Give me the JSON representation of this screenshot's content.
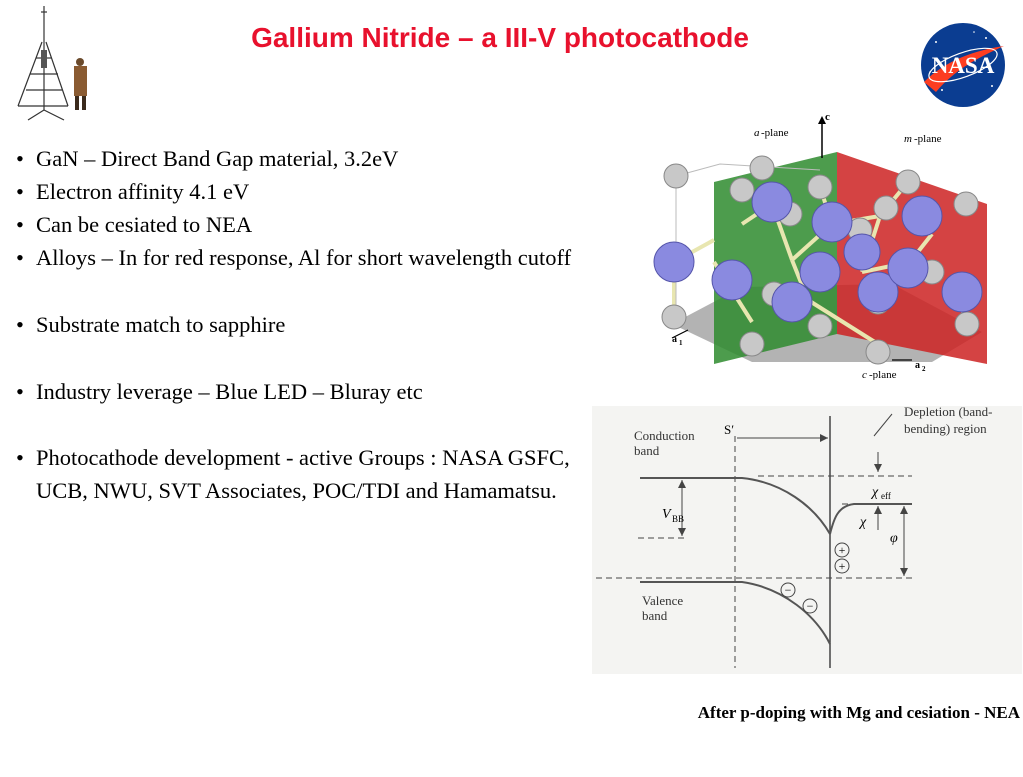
{
  "title": "Gallium Nitride – a III-V photocathode",
  "logos": {
    "left": "rocket-figure-icon",
    "right": "NASA"
  },
  "bullets": [
    " GaN – Direct Band Gap material, 3.2eV",
    "Electron affinity 4.1 eV",
    "Can be cesiated to NEA",
    "Alloys – In for red response, Al for short wavelength cutoff",
    "Substrate match to sapphire",
    "Industry leverage – Blue LED – Bluray etc",
    "Photocathode development - active Groups : NASA GSFC, UCB, NWU, SVT Associates, POC/TDI  and Hamamatsu."
  ],
  "crystal_figure": {
    "labels": {
      "c": "c",
      "a_plane_a": "a",
      "a_plane_rest": "-plane",
      "m_plane_m": "m",
      "m_plane_rest": "-plane",
      "c_plane_c": "c",
      "c_plane_rest": "-plane",
      "a1": "a",
      "a1_sub": "1",
      "a2": "a",
      "a2_sub": "2"
    },
    "colors": {
      "a_plane": "#2e8b2e",
      "m_plane": "#cc2222",
      "c_plane": "#9a9a9a",
      "nitrogen": "#8a8ae0",
      "gallium": "#c8c8c8",
      "bond": "#e8e6b0"
    }
  },
  "band_diagram": {
    "s_prime": "S′",
    "depletion": "Depletion (band-",
    "depletion2": "bending) region",
    "conduction": "Conduction",
    "conduction2": "band",
    "valence": "Valence",
    "valence2": "band",
    "v": "V",
    "v_sub": "BB",
    "chi": "χ",
    "chi_eff_sub": "eff",
    "phi": "φ",
    "plus": "+",
    "minus": "−"
  },
  "caption": "After p-doping  with Mg and cesiation - NEA"
}
